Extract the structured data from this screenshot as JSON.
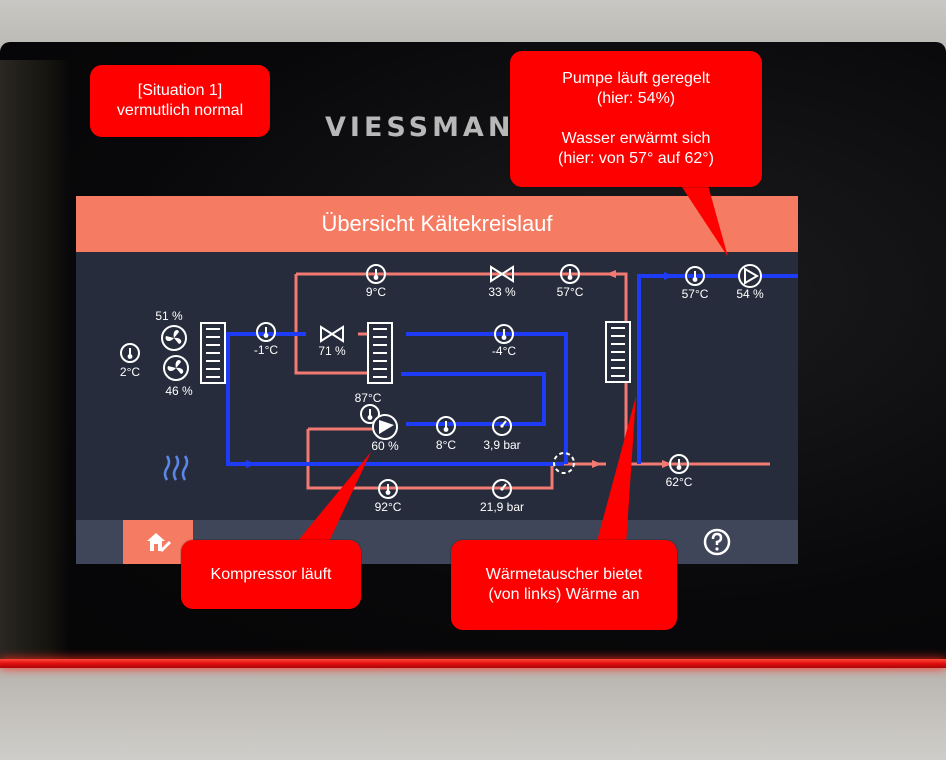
{
  "device": {
    "brand": "VIESSMANN"
  },
  "screen": {
    "title": "Übersicht Kältekreislauf"
  },
  "readings": {
    "t_outdoor": "2°C",
    "fan_top": "51 %",
    "fan_bottom": "46 %",
    "t_evap_in": "-1°C",
    "exp_valve": "71 %",
    "t_top_left": "9°C",
    "valve_top": "33 %",
    "t_top_right": "57°C",
    "t_suction": "-4°C",
    "t_inner": "87°C",
    "compressor": "60 %",
    "t_comp_out": "8°C",
    "p_low": "3,9 bar",
    "t_hot_gas": "92°C",
    "p_high": "21,9 bar",
    "t_water_in": "57°C",
    "pump": "54 %",
    "t_water_out": "62°C"
  },
  "annotations": {
    "situation": [
      "[Situation 1]",
      "vermutlich normal"
    ],
    "pump": [
      "Pumpe läuft geregelt",
      "(hier: 54%)",
      "",
      "Wasser erwärmt sich",
      "(hier: von 57° auf 62°)"
    ],
    "compressor": [
      "Kompressor läuft"
    ],
    "exchanger": [
      "Wärmetauscher bietet",
      "(von links) Wärme an"
    ]
  },
  "colors": {
    "header": "#f57b62",
    "hot_line": "#f27a72",
    "cold_line": "#1e3cf5",
    "callout": "#ff0000"
  },
  "icons": [
    "thermometer-icon",
    "fan-icon",
    "valve-icon",
    "compressor-icon",
    "pressure-gauge-icon",
    "pump-icon",
    "heat-exchanger-icon",
    "heating-icon",
    "home-settings-icon",
    "help-icon"
  ]
}
